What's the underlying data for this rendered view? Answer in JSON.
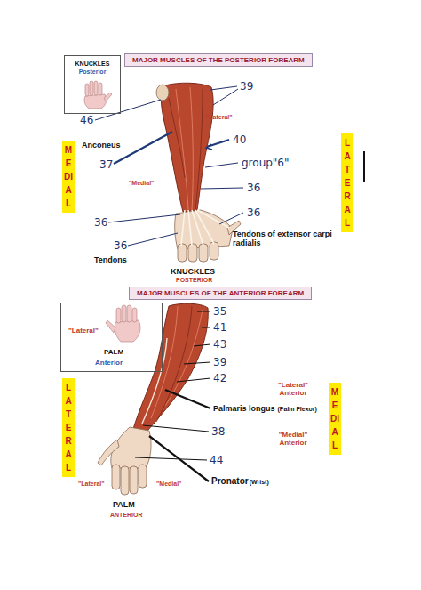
{
  "diagram": {
    "nodes": [
      {
        "text": [
          "MAJOR MUSCLES OF THE POSTERIOR FOREARM"
        ]
      },
      {
        "text": [
          "KNUCKLES",
          "Posterior"
        ]
      },
      {
        "text": [
          "MEDIAL"
        ]
      },
      {
        "text": [
          "LATERAL"
        ]
      },
      {
        "text": [
          "MAJOR MUSCLES OF THE ANTERIOR FOREARM"
        ]
      },
      {
        "text": [
          "\"Lateral\"",
          "PALM",
          "Anterior"
        ]
      },
      {
        "text": [
          "LATERAL"
        ]
      },
      {
        "text": [
          "MEDIAL"
        ]
      }
    ],
    "labels": [
      "39",
      "46",
      "\"Lateral\"",
      "Anconeus",
      "37",
      "\"Medial\"",
      "40",
      "group\"6\"",
      "36",
      "36",
      "36",
      "36",
      "Tendons of extensor carpi radialis",
      "Tendons",
      "KNUCKLES",
      "POSTERIOR",
      "35",
      "41",
      "43",
      "39",
      "42",
      "\"Lateral\" Anterior",
      "Palmaris longus",
      "(Palm Flexor)",
      "38",
      "\"Medial\" Anterior",
      "44",
      "Pronator",
      "(Wrist)",
      "\"Lateral\"",
      "\"Medial\"",
      "PALM",
      "ANTERIOR"
    ]
  }
}
